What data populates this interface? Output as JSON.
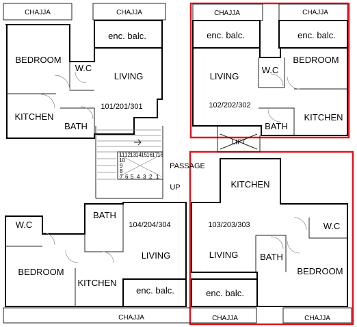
{
  "labels": {
    "chajja": "CHAJJA",
    "bedroom": "BEDROOM",
    "living": "LIVING",
    "kitchen": "KITCHEN",
    "bath": "BATH",
    "wc": "W.C",
    "enc_balc": "enc. balc.",
    "lift": "LIFT",
    "passage": "PASSAGE",
    "up": "UP"
  },
  "units": {
    "u101": "101/201/301",
    "u102": "102/202/302",
    "u103": "103/203/303",
    "u104": "104/204/304"
  },
  "stairs": {
    "top": [
      "11",
      "12",
      "13",
      "14",
      "15",
      "16",
      "17",
      "18"
    ],
    "side": [
      "10",
      "9",
      "8"
    ],
    "bottom": [
      "7",
      "6",
      "5",
      "4",
      "3",
      "2",
      "1"
    ]
  },
  "colors": {
    "highlight": "#e0141e"
  }
}
